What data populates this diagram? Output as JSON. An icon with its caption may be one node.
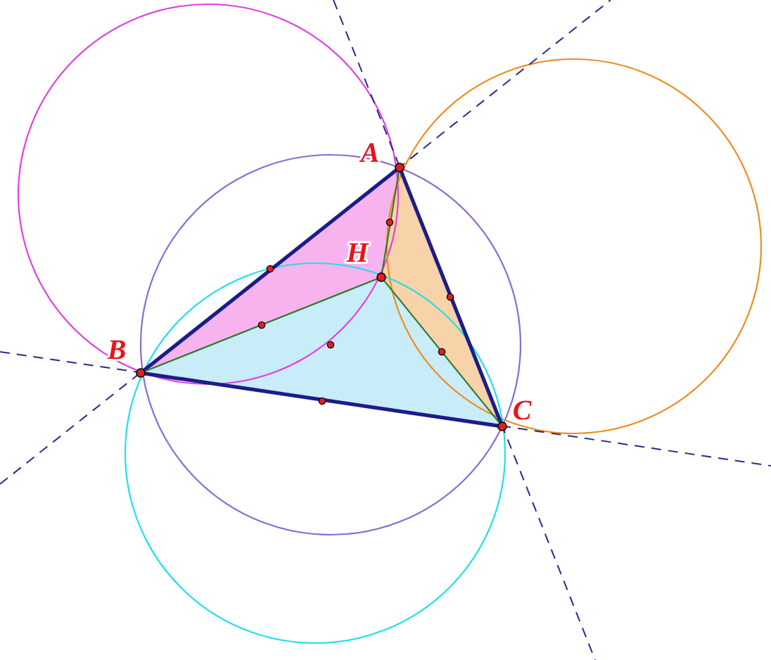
{
  "diagram": {
    "nodes": [
      {
        "text": [],
        "shape": "circle",
        "beside": [
          "A"
        ]
      },
      {
        "text": [],
        "shape": "circle",
        "beside": [
          "H"
        ]
      },
      {
        "text": [],
        "shape": "circle",
        "beside": [
          "B"
        ]
      },
      {
        "text": [],
        "shape": "circle",
        "beside": [
          "C"
        ]
      }
    ],
    "edges": [
      {
        "from": 0,
        "to": 2,
        "arrow": "none",
        "style": "thick",
        "color": "#1c1c8a"
      },
      {
        "from": 2,
        "to": 3,
        "arrow": "none",
        "style": "thick",
        "color": "#1c1c8a"
      },
      {
        "from": 3,
        "to": 0,
        "arrow": "none",
        "style": "thick",
        "color": "#1c1c8a"
      },
      {
        "from": 1,
        "to": 0,
        "arrow": "none",
        "color": "#2e7d2e"
      },
      {
        "from": 1,
        "to": 2,
        "arrow": "none",
        "color": "#2e7d2e"
      },
      {
        "from": 1,
        "to": 3,
        "arrow": "none",
        "color": "#2e7d2e"
      }
    ]
  }
}
